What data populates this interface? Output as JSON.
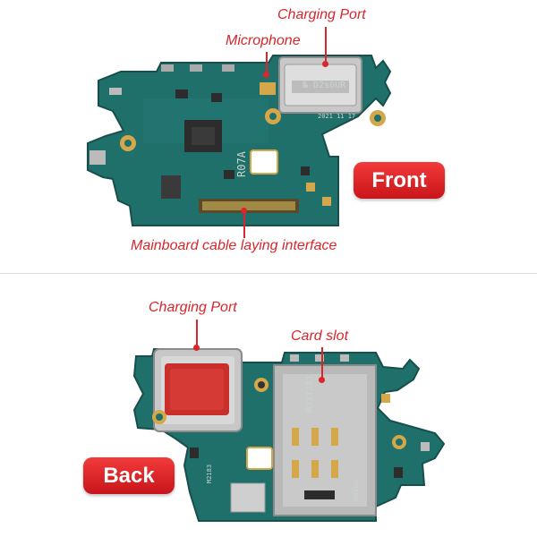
{
  "front": {
    "labels": {
      "charging_port": "Charging Port",
      "microphone": "Microphone",
      "mainboard_cable": "Mainboard cable laying interface"
    },
    "badge": "Front",
    "silkscreen": {
      "part_code": "R07A",
      "connector_text": "№ D2s0UR",
      "date_text": "2021 11 17"
    }
  },
  "back": {
    "labels": {
      "charging_port": "Charging Port",
      "card_slot": "Card slot"
    },
    "badge": "Back",
    "silkscreen": {
      "slot_text": "M2313A1",
      "molex_text": "molex",
      "side_code": "M2183"
    }
  },
  "colors": {
    "accent_red": "#d9262c",
    "pcb_green": "#1f6f6a",
    "gold": "#d4a84a"
  }
}
